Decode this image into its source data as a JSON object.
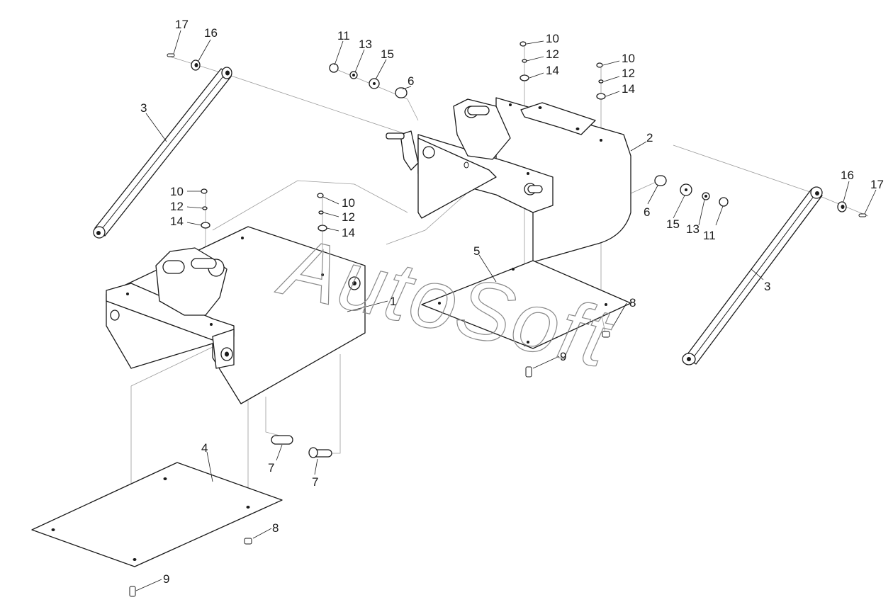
{
  "watermark": "AutoSoft",
  "labels": [
    {
      "id": "l17a",
      "text": "17"
    },
    {
      "id": "l16a",
      "text": "16"
    },
    {
      "id": "l3a",
      "text": "3"
    },
    {
      "id": "l11a",
      "text": "11"
    },
    {
      "id": "l13a",
      "text": "13"
    },
    {
      "id": "l15a",
      "text": "15"
    },
    {
      "id": "l6a",
      "text": "6"
    },
    {
      "id": "l10a",
      "text": "10"
    },
    {
      "id": "l12a",
      "text": "12"
    },
    {
      "id": "l14a",
      "text": "14"
    },
    {
      "id": "l10b",
      "text": "10"
    },
    {
      "id": "l12b",
      "text": "12"
    },
    {
      "id": "l14b",
      "text": "14"
    },
    {
      "id": "l2",
      "text": "2"
    },
    {
      "id": "l16b",
      "text": "16"
    },
    {
      "id": "l17b",
      "text": "17"
    },
    {
      "id": "l6b",
      "text": "6"
    },
    {
      "id": "l15b",
      "text": "15"
    },
    {
      "id": "l13b",
      "text": "13"
    },
    {
      "id": "l11b",
      "text": "11"
    },
    {
      "id": "l10c",
      "text": "10"
    },
    {
      "id": "l12c",
      "text": "12"
    },
    {
      "id": "l14c",
      "text": "14"
    },
    {
      "id": "l10d",
      "text": "10"
    },
    {
      "id": "l12d",
      "text": "12"
    },
    {
      "id": "l14d",
      "text": "14"
    },
    {
      "id": "l5",
      "text": "5"
    },
    {
      "id": "l3b",
      "text": "3"
    },
    {
      "id": "l1",
      "text": "1"
    },
    {
      "id": "l8a",
      "text": "8"
    },
    {
      "id": "l9a",
      "text": "9"
    },
    {
      "id": "l4",
      "text": "4"
    },
    {
      "id": "l7a",
      "text": "7"
    },
    {
      "id": "l7b",
      "text": "7"
    },
    {
      "id": "l8b",
      "text": "8"
    },
    {
      "id": "l9b",
      "text": "9"
    }
  ]
}
